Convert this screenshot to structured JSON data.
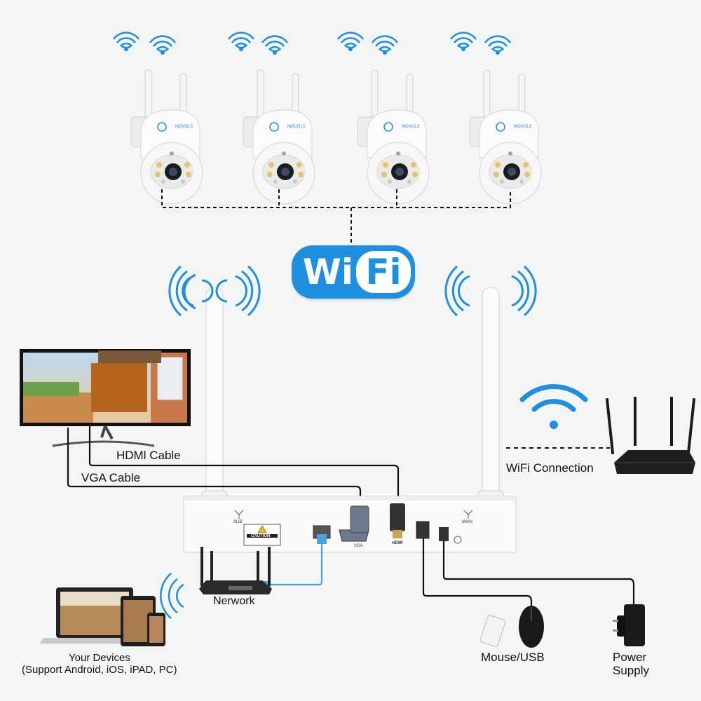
{
  "badge": {
    "left": "Wi",
    "right": "Fi"
  },
  "camera_brand": "MOVOLS",
  "nvr": {
    "port_sub": "SUB",
    "port_main": "MAIN",
    "caution": "CAUTION",
    "vga": "VGA",
    "hdmi": "HDMI"
  },
  "labels": {
    "hdmi_cable": "HDMl Cable",
    "vga_cable": "VGA Cable",
    "wifi_connection": "WiFi Connection",
    "network": "Nerwork",
    "your_devices": "Your Devices",
    "support": "(Support Android, iOS, iPAD, PC)",
    "mouse_usb": "Mouse/USB",
    "power_line1": "Power",
    "power_line2": "Supply"
  },
  "colors": {
    "wifi_blue": "#1f8fe0",
    "cable": "#111111",
    "ethernet": "#4aa3e0"
  }
}
